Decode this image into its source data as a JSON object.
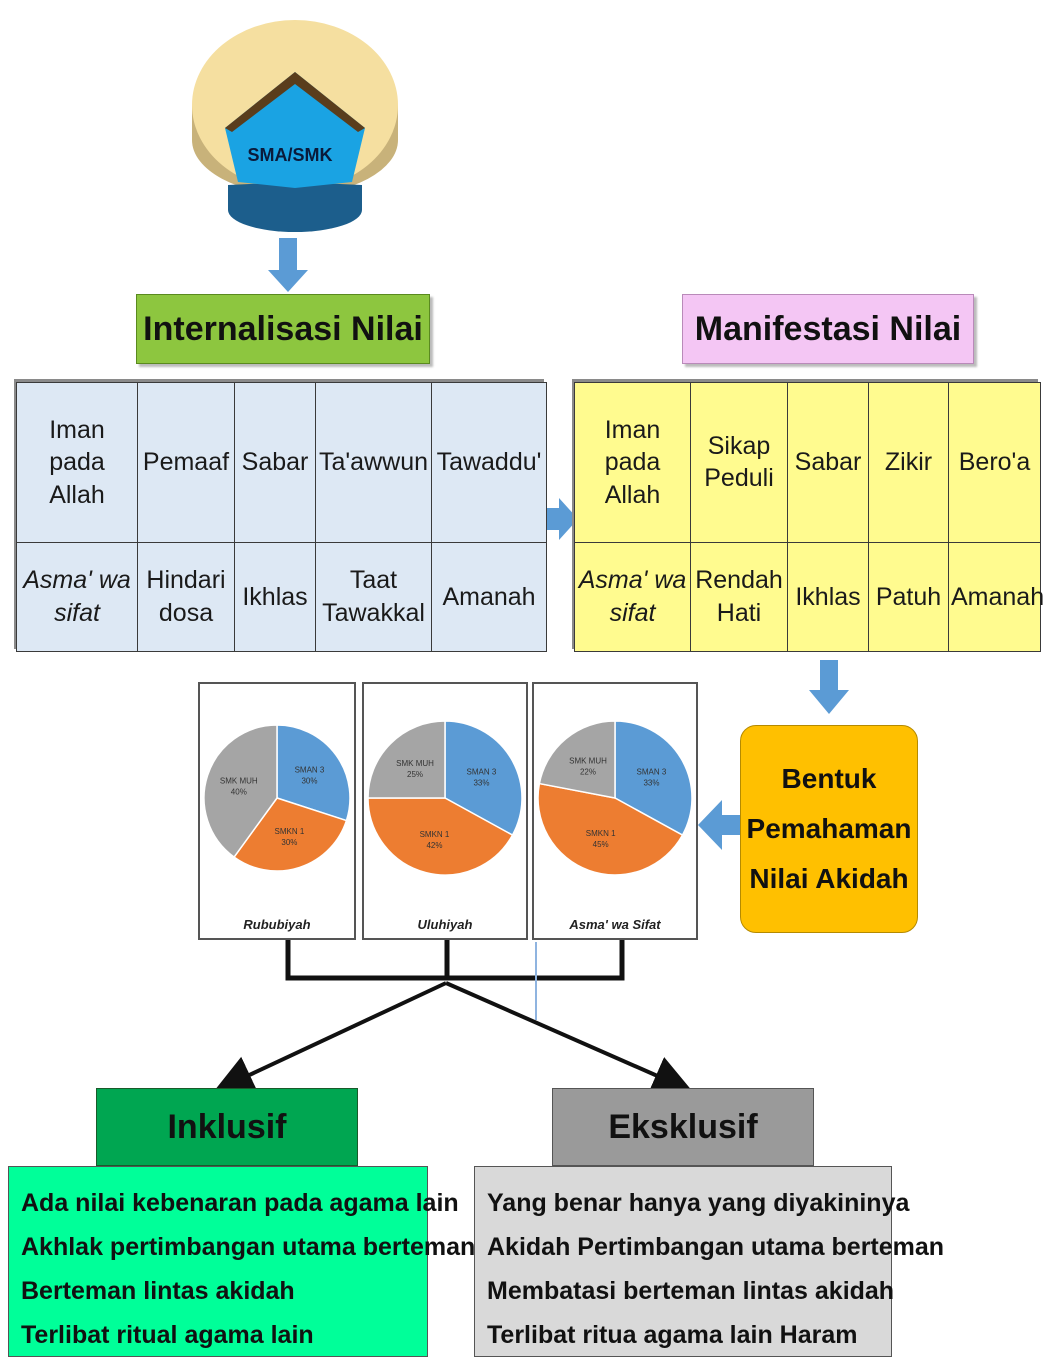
{
  "school": {
    "label": "SMA/SMK"
  },
  "internalisasi": {
    "title": "Internalisasi Nilai",
    "row1": [
      "Iman pada Allah",
      "Pemaaf",
      "Sabar",
      "Ta'awwun",
      "Tawaddu'"
    ],
    "row2": [
      "Asma' wa sifat",
      "Hindari dosa",
      "Ikhlas",
      "Taat Tawakkal",
      "Amanah"
    ]
  },
  "manifestasi": {
    "title": "Manifestasi Nilai",
    "row1": [
      "Iman pada Allah",
      "Sikap Peduli",
      "Sabar",
      "Zikir",
      "Bero'a"
    ],
    "row2": [
      "Asma' wa sifat",
      "Rendah Hati",
      "Ikhlas",
      "Patuh",
      "Amanah"
    ]
  },
  "bentuk": {
    "line1": "Bentuk",
    "line2": "Pemahaman",
    "line3": "Nilai Akidah"
  },
  "chart_data": [
    {
      "type": "pie",
      "caption": "Rububiyah",
      "slices": [
        {
          "label": "SMAN 3",
          "value": 30,
          "pct": "30%",
          "color": "#5b9bd5"
        },
        {
          "label": "SMKN 1",
          "value": 30,
          "pct": "30%",
          "color": "#ed7d31"
        },
        {
          "label": "SMK MUH",
          "value": 40,
          "pct": "40%",
          "color": "#a5a5a5"
        }
      ]
    },
    {
      "type": "pie",
      "caption": "Uluhiyah",
      "slices": [
        {
          "label": "SMAN 3",
          "value": 33,
          "pct": "33%",
          "color": "#5b9bd5"
        },
        {
          "label": "SMKN 1",
          "value": 42,
          "pct": "42%",
          "color": "#ed7d31"
        },
        {
          "label": "SMK MUH",
          "value": 25,
          "pct": "25%",
          "color": "#a5a5a5"
        }
      ]
    },
    {
      "type": "pie",
      "caption": "Asma' wa Sifat",
      "slices": [
        {
          "label": "SMAN 3",
          "value": 33,
          "pct": "33%",
          "color": "#5b9bd5"
        },
        {
          "label": "SMKN 1",
          "value": 45,
          "pct": "45%",
          "color": "#ed7d31"
        },
        {
          "label": "SMK MUH",
          "value": 22,
          "pct": "22%",
          "color": "#a5a5a5"
        }
      ]
    }
  ],
  "inklusif": {
    "title": "Inklusif",
    "items": [
      "Ada nilai kebenaran pada agama lain",
      "Akhlak pertimbangan utama berteman",
      "Berteman lintas akidah",
      "Terlibat ritual agama lain"
    ]
  },
  "eksklusif": {
    "title": "Eksklusif",
    "items": [
      "Yang benar hanya yang diyakininya",
      "Akidah Pertimbangan utama berteman",
      "Membatasi berteman lintas akidah",
      "Terlibat ritua agama lain Haram"
    ]
  },
  "colors": {
    "green_title": "#8dc63f",
    "pink_title": "#f4c6f4",
    "blue_table": "#dde8f4",
    "yellow_table": "#fffb8f",
    "bentuk": "#ffc000",
    "inklusif_title": "#00a651",
    "inklusif_box": "#00ff99",
    "eksklusif_title": "#9a9a9a",
    "eksklusif_box": "#d9d9d9",
    "arrow": "#5b9bd5"
  }
}
